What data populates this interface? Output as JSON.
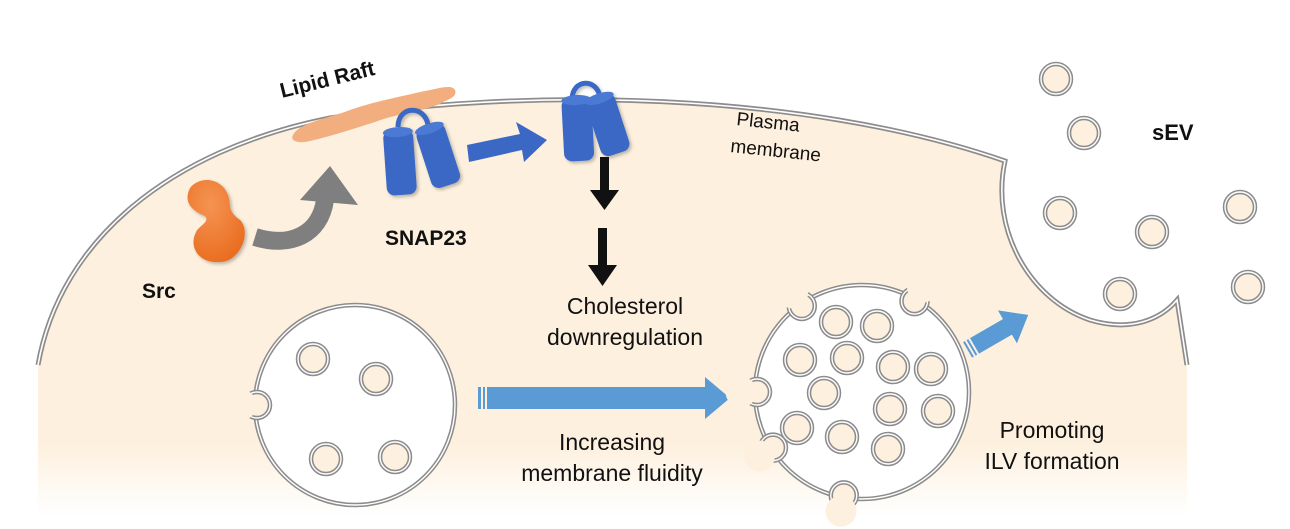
{
  "labels": {
    "lipid_raft": "Lipid Raft",
    "snap23": "SNAP23",
    "src": "Src",
    "plasma_line1": "Plasma",
    "plasma_line2": "membrane",
    "sev": "sEV",
    "cholesterol_line1": "Cholesterol",
    "cholesterol_line2": "downregulation",
    "fluidity_line1": "Increasing",
    "fluidity_line2": "membrane fluidity",
    "ilv_line1": "Promoting",
    "ilv_line2": "ILV formation"
  },
  "colors": {
    "cytoplasm": "#fdf0de",
    "membrane": "#8c8c8c",
    "snap23_blue": "#3a68c4",
    "process_arrow_blue": "#5b9bd5",
    "src_orange": "#f07b2d",
    "lipid_raft": "#f2ae7e",
    "gray_arrow": "#7f7f7f",
    "black_arrow": "#111111"
  },
  "left_mvb": {
    "ilv_count": 4,
    "bud_count": 1
  },
  "right_mvb": {
    "ilv_count": 12,
    "bud_count": 5
  },
  "sev_count": 7
}
